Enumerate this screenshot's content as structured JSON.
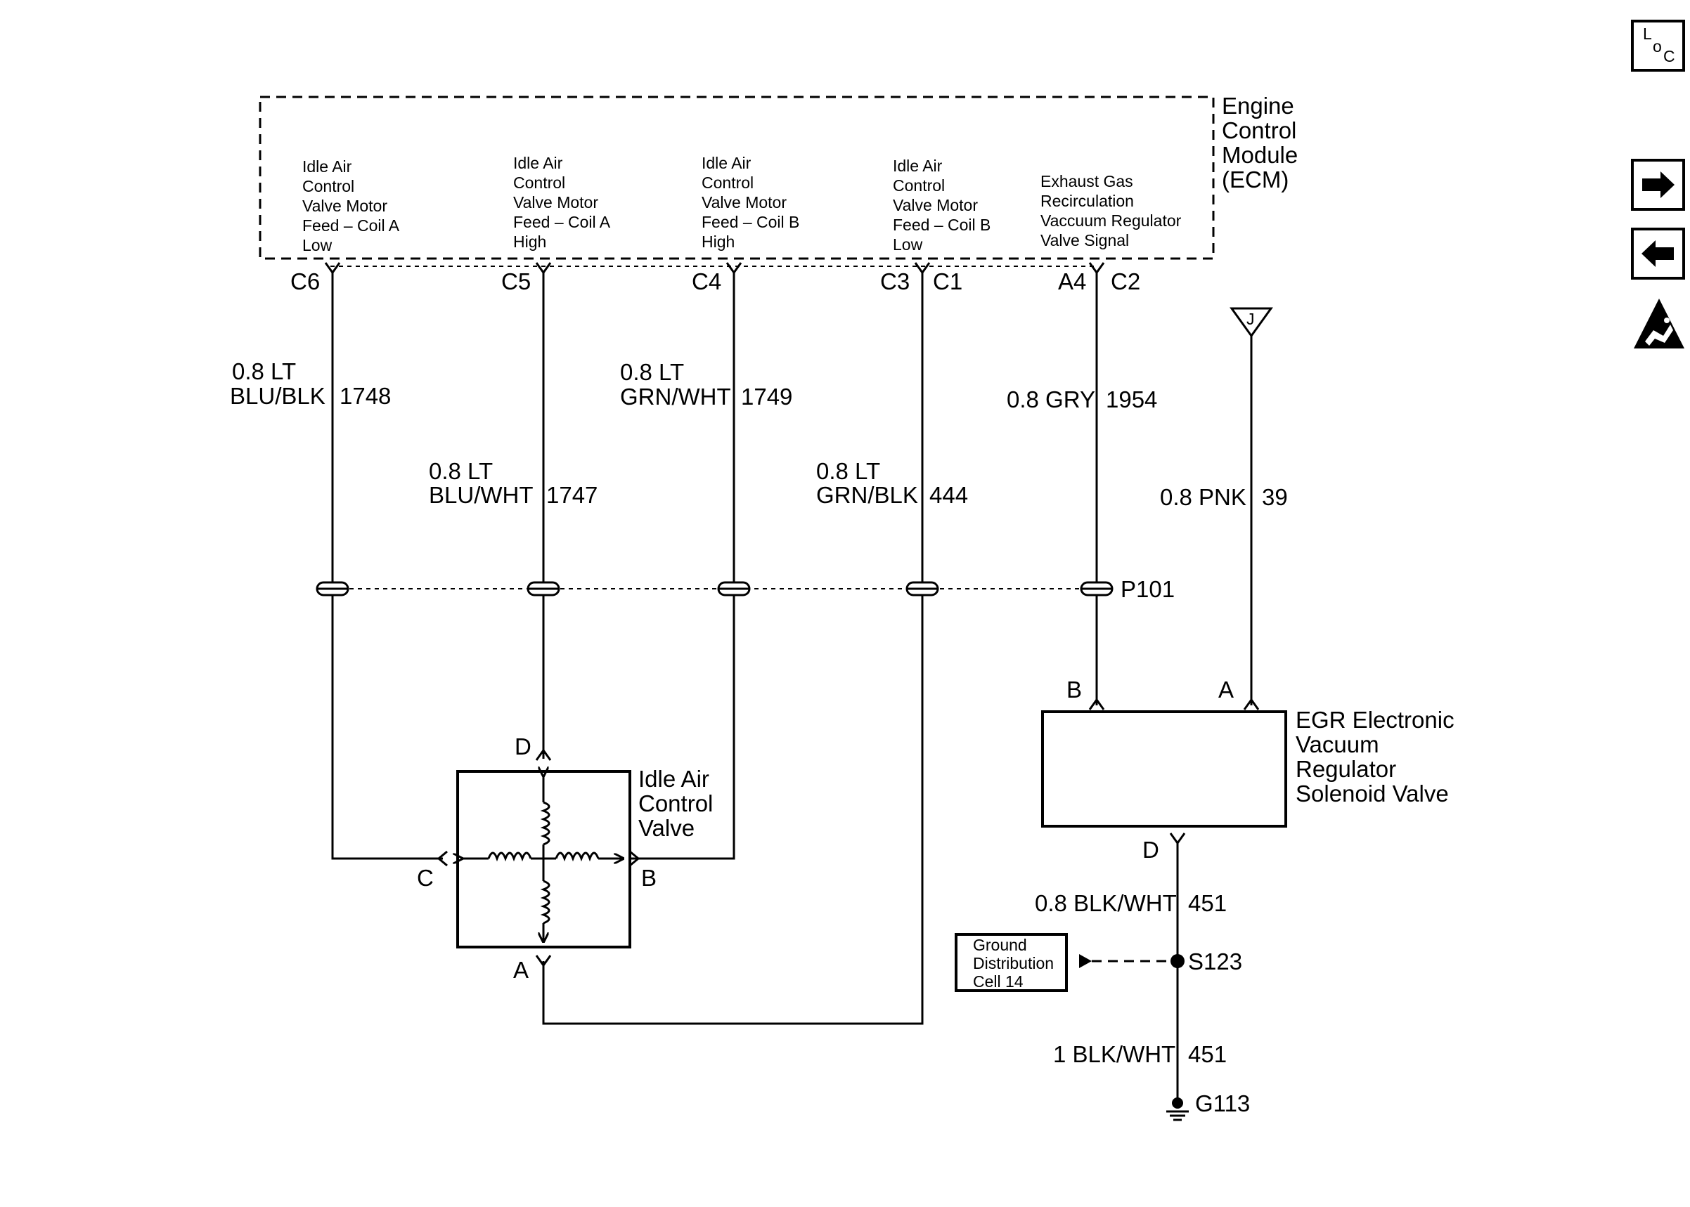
{
  "ecm": {
    "name": [
      "Engine",
      "Control",
      "Module",
      "(ECM)"
    ],
    "functions": {
      "f1": [
        "Idle Air",
        "Control",
        "Valve Motor",
        "Feed – Coil A",
        "Low"
      ],
      "f2": [
        "Idle Air",
        "Control",
        "Valve Motor",
        "Feed – Coil A",
        "High"
      ],
      "f3": [
        "Idle Air",
        "Control",
        "Valve Motor",
        "Feed – Coil B",
        "High"
      ],
      "f4": [
        "Idle Air",
        "Control",
        "Valve Motor",
        "Feed – Coil B",
        "Low"
      ],
      "f5": [
        "Exhaust Gas",
        "Recirculation",
        "Vaccuum Regulator",
        "Valve Signal"
      ]
    },
    "pins": {
      "c6": "C6",
      "c5": "C5",
      "c4": "C4",
      "c3": "C3",
      "c1": "C1",
      "a4": "A4",
      "c2": "C2"
    }
  },
  "wires": {
    "w1748": {
      "size": "0.8 LT",
      "color": "BLU/BLK",
      "circuit": "1748"
    },
    "w1747": {
      "size": "0.8 LT",
      "color": "BLU/WHT",
      "circuit": "1747"
    },
    "w1749": {
      "size": "0.8 LT",
      "color": "GRN/WHT",
      "circuit": "1749"
    },
    "w444": {
      "size": "0.8 LT",
      "color": "GRN/BLK",
      "circuit": "444"
    },
    "w1954": {
      "label": "0.8 GRY",
      "circuit": "1954"
    },
    "w39": {
      "label": "0.8 PNK",
      "circuit": "39"
    },
    "w451a": {
      "label": "0.8 BLK/WHT",
      "circuit": "451"
    },
    "w451b": {
      "label": "1 BLK/WHT",
      "circuit": "451"
    }
  },
  "connector": {
    "id": "P101"
  },
  "iac": {
    "name": [
      "Idle Air",
      "Control",
      "Valve"
    ],
    "pins": {
      "a": "A",
      "b": "B",
      "c": "C",
      "d": "D"
    }
  },
  "egr": {
    "name": [
      "EGR Electronic",
      "Vacuum",
      "Regulator",
      "Solenoid Valve"
    ],
    "pins": {
      "a": "A",
      "b": "B",
      "d": "D"
    }
  },
  "power_ref": {
    "label": "J"
  },
  "splice": {
    "id": "S123"
  },
  "ground": {
    "id": "G113"
  },
  "ground_ref": {
    "lines": [
      "Ground",
      "Distribution",
      "Cell 14"
    ]
  },
  "nav": {
    "loc_letters": [
      "L",
      "o",
      "C"
    ],
    "icons": [
      "location-icon",
      "next-page-icon",
      "previous-page-icon",
      "esd-warning-icon"
    ]
  }
}
